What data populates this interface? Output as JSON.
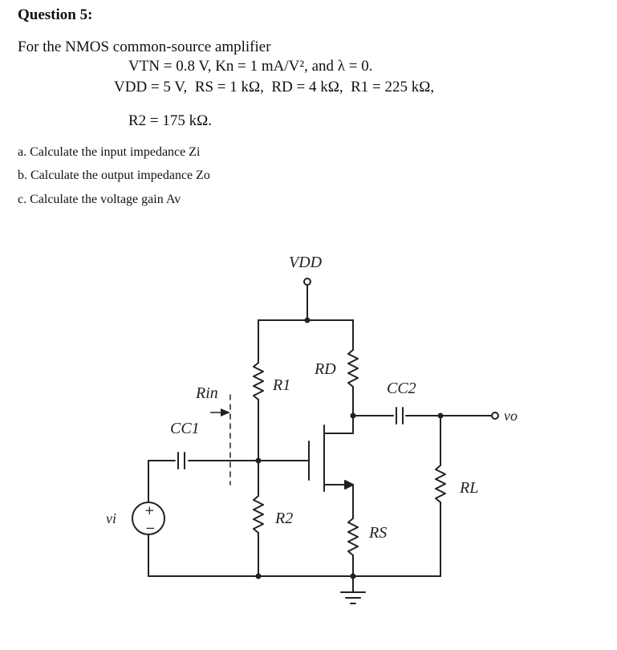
{
  "question": {
    "title": "Question 5:",
    "intro": "For the NMOS common-source amplifier",
    "params_line1": {
      "vtn": "VTN = 0.8 V,",
      "kn": "Kn = 1 mA/V²,",
      "lambda": "and λ = 0."
    },
    "params_line2": {
      "vdd": "VDD = 5 V,",
      "rs": "RS = 1 kΩ,",
      "rd": "RD = 4 kΩ,",
      "r1": "R1 = 225 kΩ,"
    },
    "params_line3": {
      "r2": "R2 = 175 kΩ."
    },
    "tasks": [
      "a. Calculate the input impedance Zi",
      "b. Calculate the output impedance Zo",
      "c. Calculate the voltage gain Av"
    ]
  },
  "circuit": {
    "vdd_label": "VDD",
    "rd_label": "RD",
    "r1_label": "R1",
    "rin_label": "Rin",
    "cc1_label": "CC1",
    "cc2_label": "CC2",
    "vo_label": "vo",
    "rl_label": "RL",
    "vi_label": "vi",
    "r2_label": "R2",
    "rs_label": "RS",
    "plus_sign": "+",
    "minus_sign": "−"
  }
}
